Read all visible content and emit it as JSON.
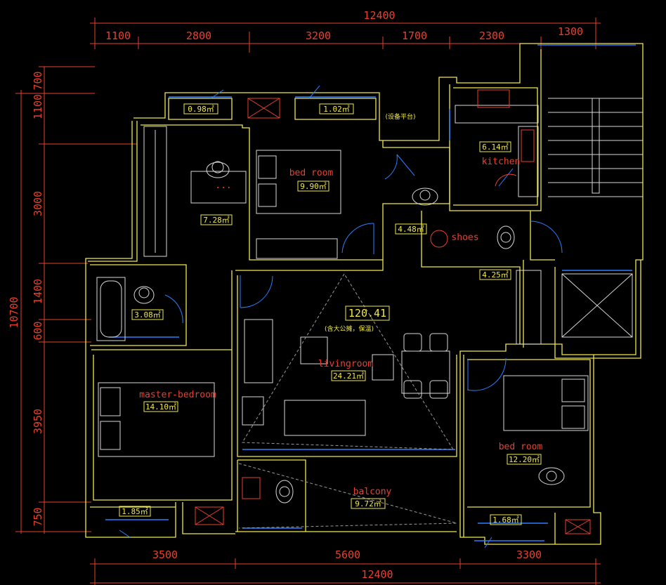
{
  "dimensions": {
    "top_total": "12400",
    "top_segments": [
      "1100",
      "2800",
      "3200",
      "1700",
      "2300",
      "1300"
    ],
    "bottom_total": "12400",
    "bottom_segments": [
      "3500",
      "5600",
      "3300"
    ],
    "left_total": "10700",
    "left_segments": [
      "700",
      "1100",
      "3000",
      "1400",
      "600",
      "3950",
      "750"
    ]
  },
  "rooms": [
    {
      "key": "bathroom-top",
      "label": "",
      "area": "0.98㎡"
    },
    {
      "key": "utility-top",
      "label": "",
      "area": "1.02㎡"
    },
    {
      "key": "study",
      "label": "...",
      "area": "7.28㎡"
    },
    {
      "key": "bedroom-north",
      "label": "bed room",
      "area": "9.90㎡"
    },
    {
      "key": "kitchen",
      "label": "kitchen",
      "area": "6.14㎡"
    },
    {
      "key": "bathroom-center",
      "label": "",
      "area": "4.48㎡"
    },
    {
      "key": "entrance",
      "label": "shoes",
      "area": "4.25㎡"
    },
    {
      "key": "bathroom-master",
      "label": "",
      "area": "3.08㎡"
    },
    {
      "key": "livingroom",
      "label": "livingroom",
      "area": "24.21㎡"
    },
    {
      "key": "master-bedroom",
      "label": "master-bedroom",
      "area": "14.10㎡"
    },
    {
      "key": "bedroom-east",
      "label": "bed room",
      "area": "12.20㎡"
    },
    {
      "key": "balcony",
      "label": "balcony",
      "area": "9.72㎡"
    },
    {
      "key": "balcony-sw",
      "label": "",
      "area": "1.85㎡"
    },
    {
      "key": "balcony-se",
      "label": "",
      "area": "1.68㎡"
    }
  ],
  "total": {
    "area": "120.41",
    "note": "(含大公摊，保温)"
  },
  "equipment_note": "(设备平台)",
  "colors": {
    "wall": "#f0e84a",
    "dimension": "#e8402e",
    "window": "#2a7fff",
    "furniture": "#d8d8d8",
    "guide": "#9a9a9a"
  }
}
